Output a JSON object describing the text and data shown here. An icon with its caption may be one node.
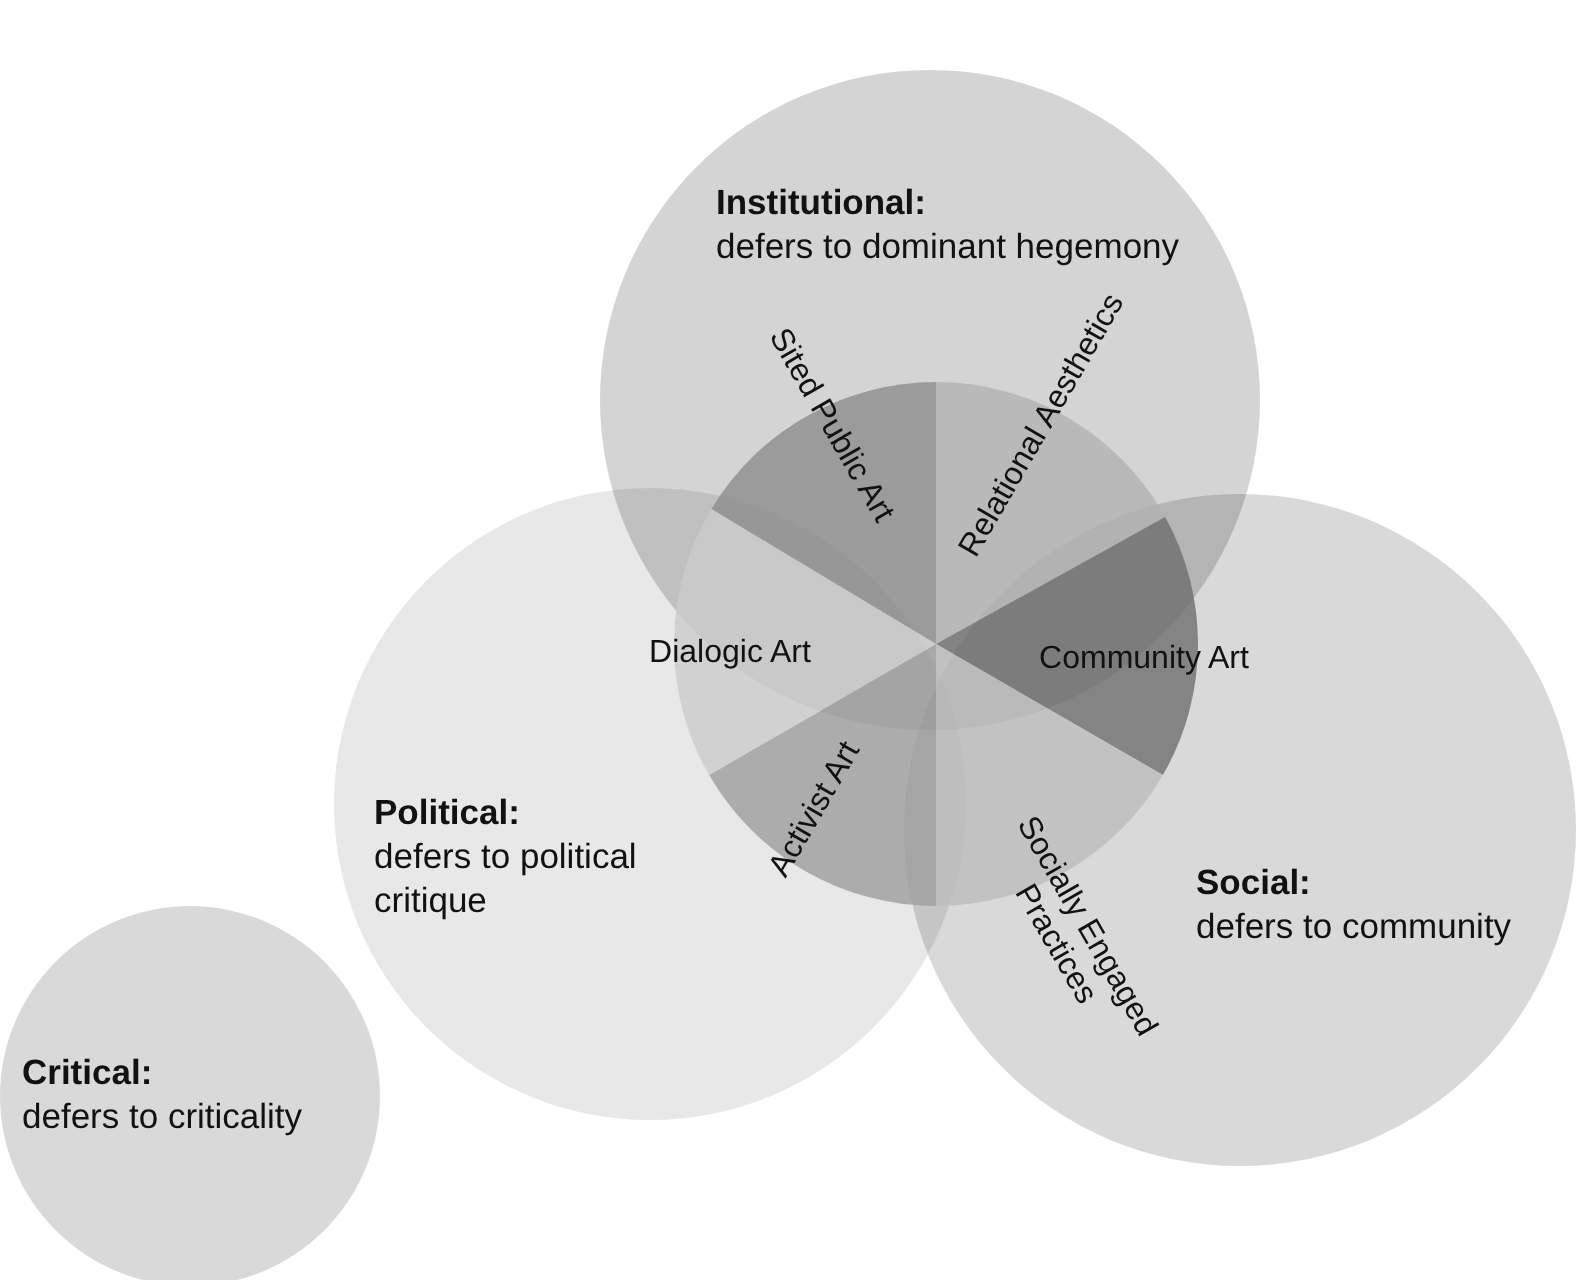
{
  "diagram": {
    "nodes": [
      {
        "text": [
          "Institutional:",
          "defers to dominant hegemony"
        ]
      },
      {
        "text": [
          "Political:",
          "defers to political critique"
        ]
      },
      {
        "text": [
          "Social:",
          "defers to community"
        ]
      },
      {
        "text": [
          "Critical:",
          "defers to criticality"
        ]
      }
    ],
    "labels": [
      "Sited Public Art",
      "Relational Aesthetics",
      "Dialogic Art",
      "Community Art",
      "Activist Art",
      "Socially Engaged Practices"
    ]
  }
}
